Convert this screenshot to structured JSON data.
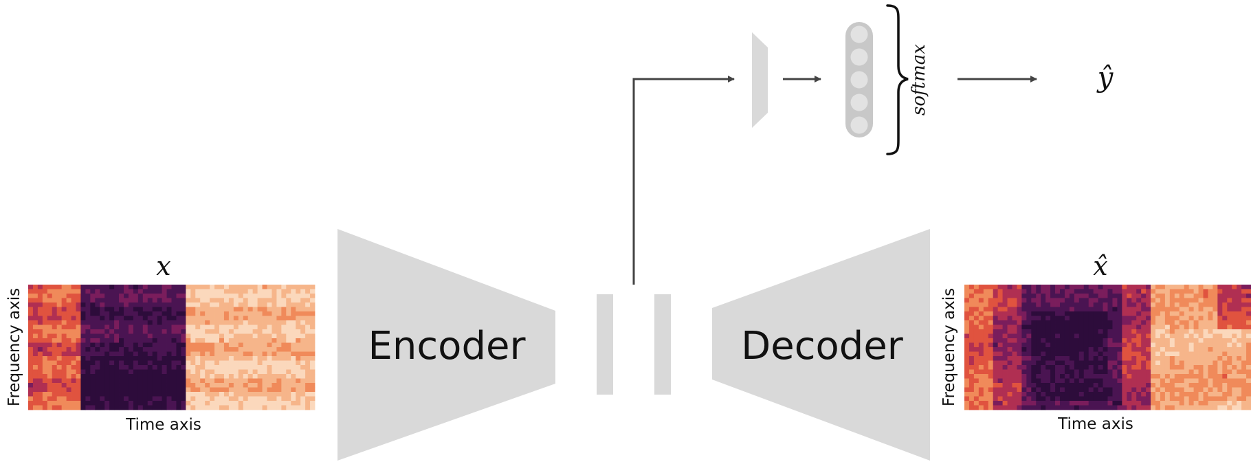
{
  "labels": {
    "input": "x",
    "reconstruction": "x̂",
    "prediction": "ŷ",
    "encoder": "Encoder",
    "decoder": "Decoder",
    "softmax": "softmax",
    "left_time_axis": "Time axis",
    "left_freq_axis": "Frequency axis",
    "right_time_axis": "Time axis",
    "right_freq_axis": "Frequency axis"
  },
  "colors": {
    "block_gray": "#d9d9d9",
    "arrow": "#444444",
    "text": "#111111",
    "neuron_fill": "#e2e2e2",
    "neuron_body": "#c8c8c8"
  },
  "heatmap_palette": [
    "#2d0c3b",
    "#4a1452",
    "#7a1d5c",
    "#b02f52",
    "#e0533f",
    "#f08a5a",
    "#f6b58a",
    "#fbd8bc"
  ],
  "classifier": {
    "neuron_count": 5
  }
}
